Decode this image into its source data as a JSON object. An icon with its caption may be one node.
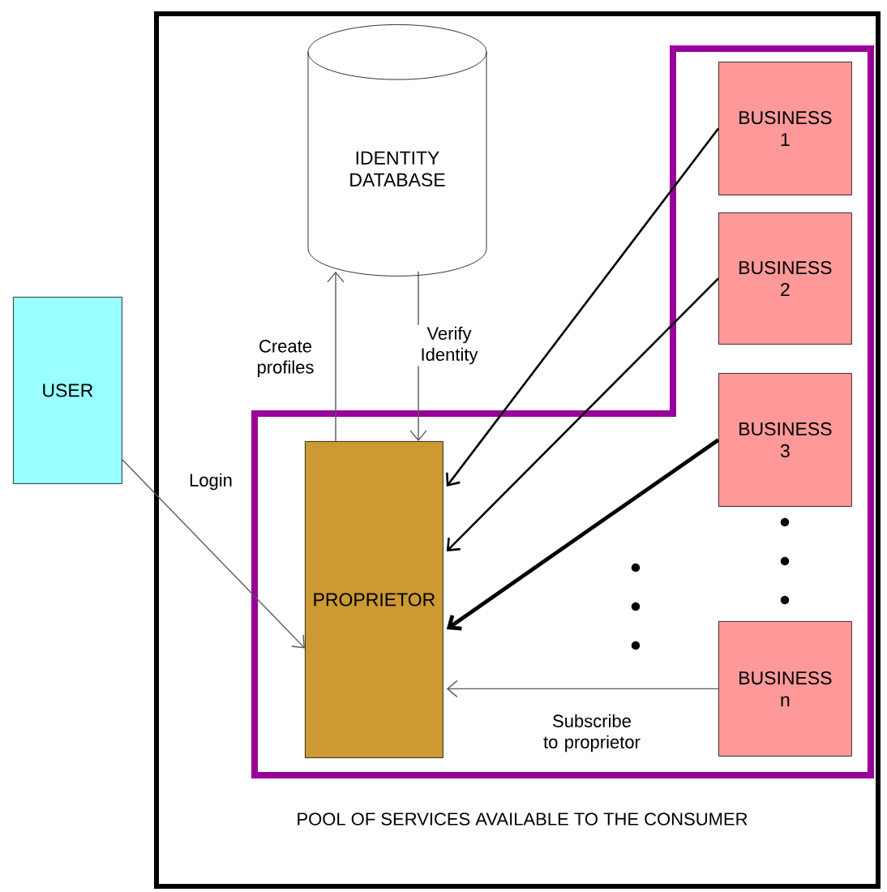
{
  "diagram": {
    "nodes": [
      {
        "text": [
          "POOL OF SERVICES AVAILABLE TO THE CONSUMER"
        ]
      },
      {
        "text": [
          "USER"
        ]
      },
      {
        "text": [
          "IDENTITY DATABASE"
        ],
        "in": 0
      },
      {
        "text": [
          "PROPRIETOR"
        ],
        "in": 0
      },
      {
        "text": [
          "BUSINESS 1"
        ],
        "in": 0
      },
      {
        "text": [
          "BUSINESS 2"
        ],
        "in": 0
      },
      {
        "text": [
          "BUSINESS 3"
        ],
        "in": 0
      },
      {
        "text": [
          "BUSINESS n"
        ],
        "in": 0
      }
    ],
    "edges": [
      {
        "from": 1,
        "to": 3,
        "arrow": "to",
        "label": "Login"
      },
      {
        "from": 3,
        "to": 2,
        "arrow": "to",
        "label": "Create profiles"
      },
      {
        "from": 2,
        "to": 3,
        "arrow": "to",
        "label": "Verify Identity"
      },
      {
        "from": 4,
        "to": 3,
        "arrow": "to",
        "color": "#000000"
      },
      {
        "from": 5,
        "to": 3,
        "arrow": "to",
        "color": "#000000"
      },
      {
        "from": 6,
        "to": 3,
        "arrow": "to",
        "color": "#000000",
        "style": "thick"
      },
      {
        "from": 7,
        "to": 3,
        "arrow": "to",
        "label": "Subscribe to proprietor"
      }
    ]
  }
}
